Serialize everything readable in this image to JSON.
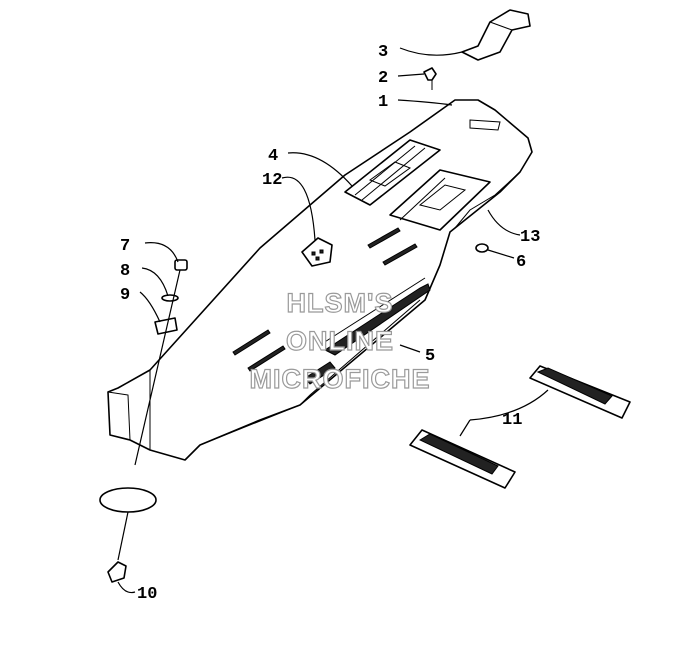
{
  "watermark": {
    "line1": "HLSM'S",
    "line2": "ONLINE",
    "line3": "MICROFICHE"
  },
  "callouts": {
    "c1": "1",
    "c2": "2",
    "c3": "3",
    "c4": "4",
    "c5": "5",
    "c6": "6",
    "c7": "7",
    "c8": "8",
    "c9": "9",
    "c10": "10",
    "c11": "11",
    "c12": "12",
    "c13": "13"
  }
}
